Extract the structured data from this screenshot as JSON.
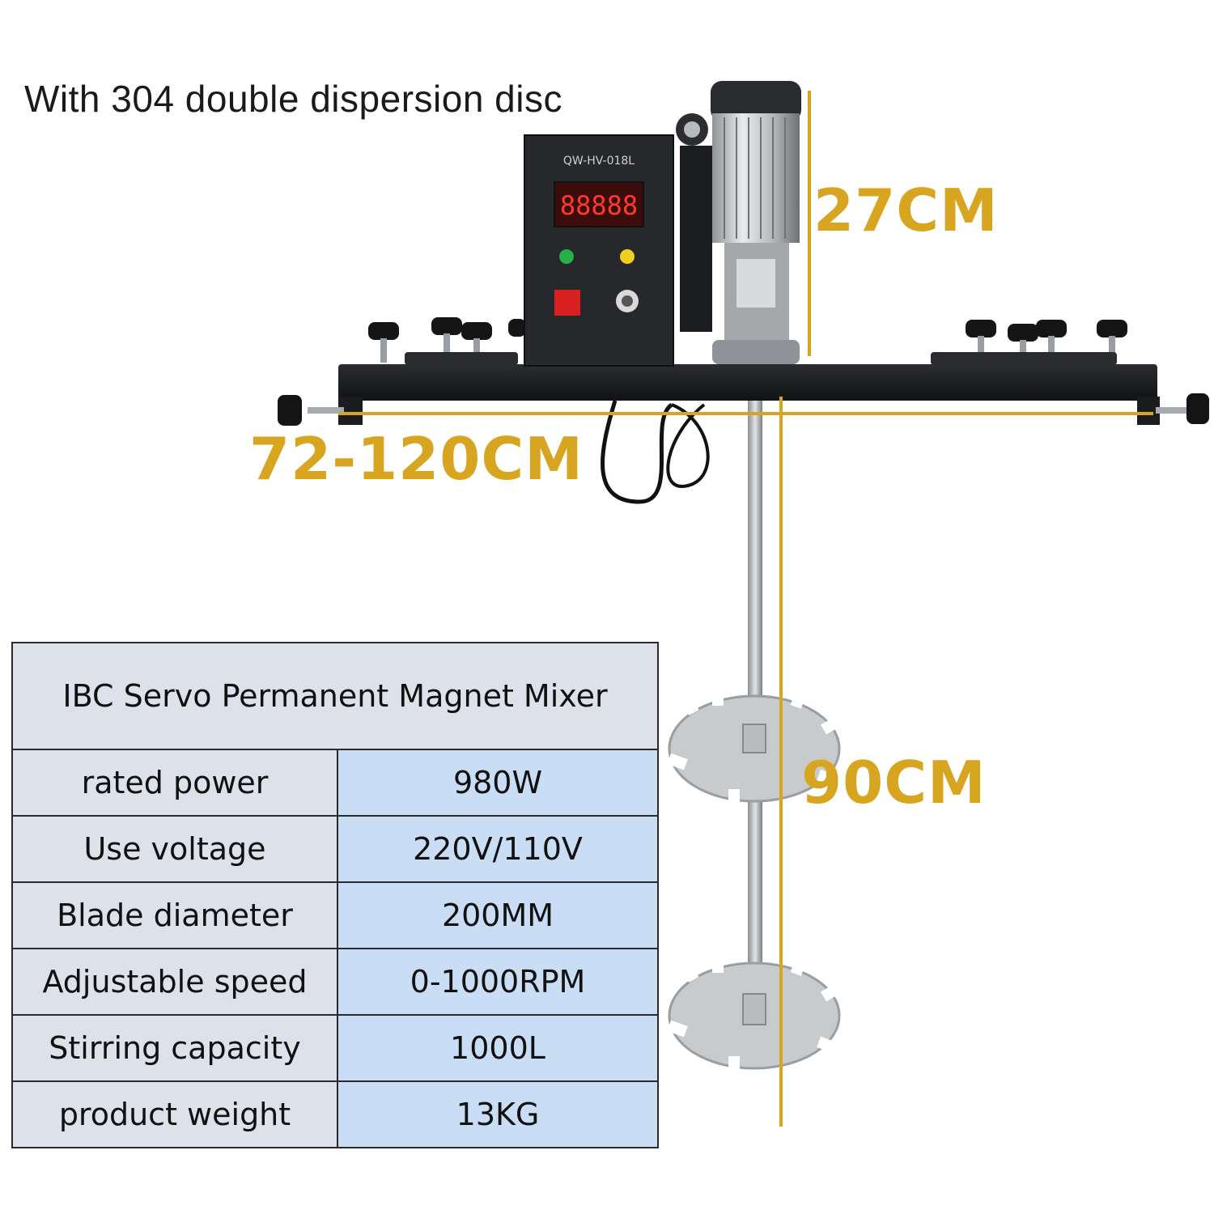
{
  "caption": "With 304 double dispersion disc",
  "dimensions": {
    "height": "27CM",
    "width": "72-120CM",
    "shaft_length": "90CM"
  },
  "controller": {
    "model_label": "QW-HV-018L",
    "display_reading": "88888"
  },
  "colors": {
    "dimension_accent": "#d8a520",
    "table_label_bg": "#dde2ea",
    "table_value_bg": "#c9def4"
  },
  "spec_table": {
    "title": "IBC Servo Permanent Magnet Mixer",
    "rows": [
      {
        "label": "rated power",
        "value": "980W"
      },
      {
        "label": "Use voltage",
        "value": "220V/110V"
      },
      {
        "label": "Blade diameter",
        "value": "200MM"
      },
      {
        "label": "Adjustable speed",
        "value": "0-1000RPM"
      },
      {
        "label": "Stirring capacity",
        "value": "1000L"
      },
      {
        "label": "product weight",
        "value": "13KG"
      }
    ]
  }
}
